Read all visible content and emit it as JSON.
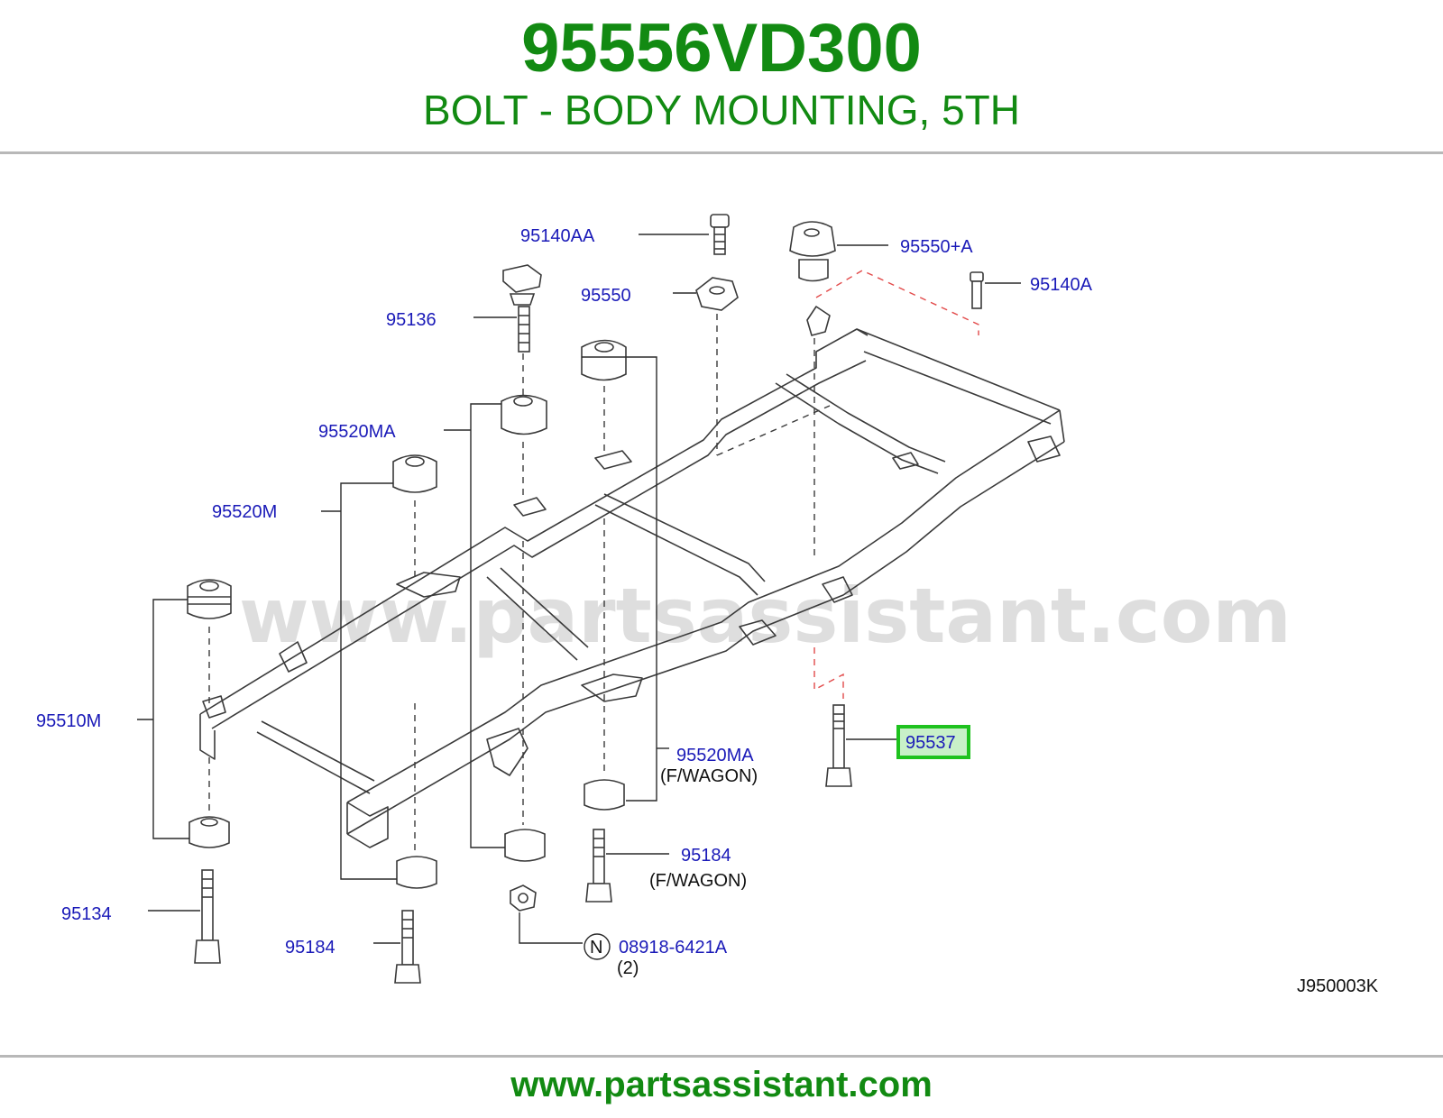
{
  "header": {
    "part_number": "95556VD300",
    "description": "BOLT - BODY MOUNTING, 5TH"
  },
  "footer": {
    "url": "www.partsassistant.com"
  },
  "watermark": "www.partsassistant.com",
  "diagram": {
    "code": "J950003K",
    "highlight_color": "#1ec21e",
    "labels": {
      "p95140AA": "95140AA",
      "p95550A": "95550+A",
      "p95140A": "95140A",
      "p95550": "95550",
      "p95136": "95136",
      "p95520MA_top": "95520MA",
      "p95520M": "95520M",
      "p95510M": "95510M",
      "p95520MA_bottom": "95520MA",
      "fwagon1": "(F/WAGON)",
      "p95537": "95537",
      "p95184_right": "95184",
      "fwagon2": "(F/WAGON)",
      "p95134": "95134",
      "p95184_left": "95184",
      "n_symbol": "N",
      "p08918": "08918-6421A",
      "qty": "(2)"
    }
  }
}
